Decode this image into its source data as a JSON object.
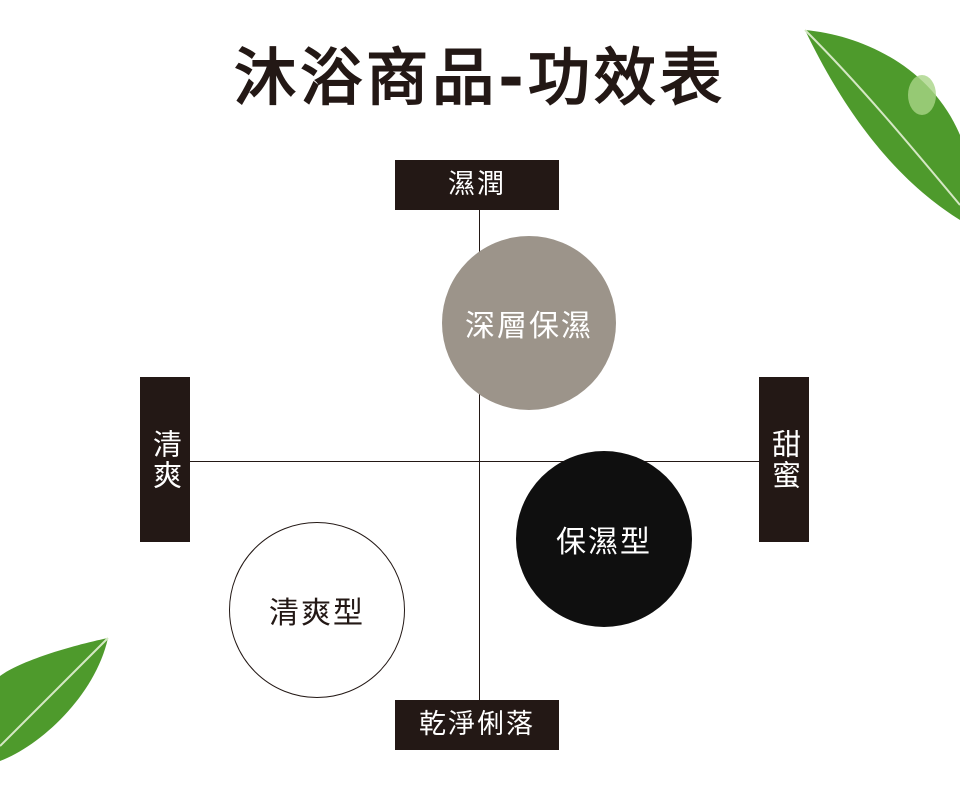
{
  "title": "沐浴商品-功效表",
  "axes": {
    "top": "濕潤",
    "bottom": "乾淨俐落",
    "left": "清爽",
    "right": "甜蜜"
  },
  "circles": {
    "deep": "深層保濕",
    "moist": "保濕型",
    "fresh": "清爽型"
  },
  "colors": {
    "dark": "#231815",
    "deep_circle": "#9c948a",
    "moist_circle": "#0f0f0f",
    "leaf": "#4e9a2c"
  }
}
